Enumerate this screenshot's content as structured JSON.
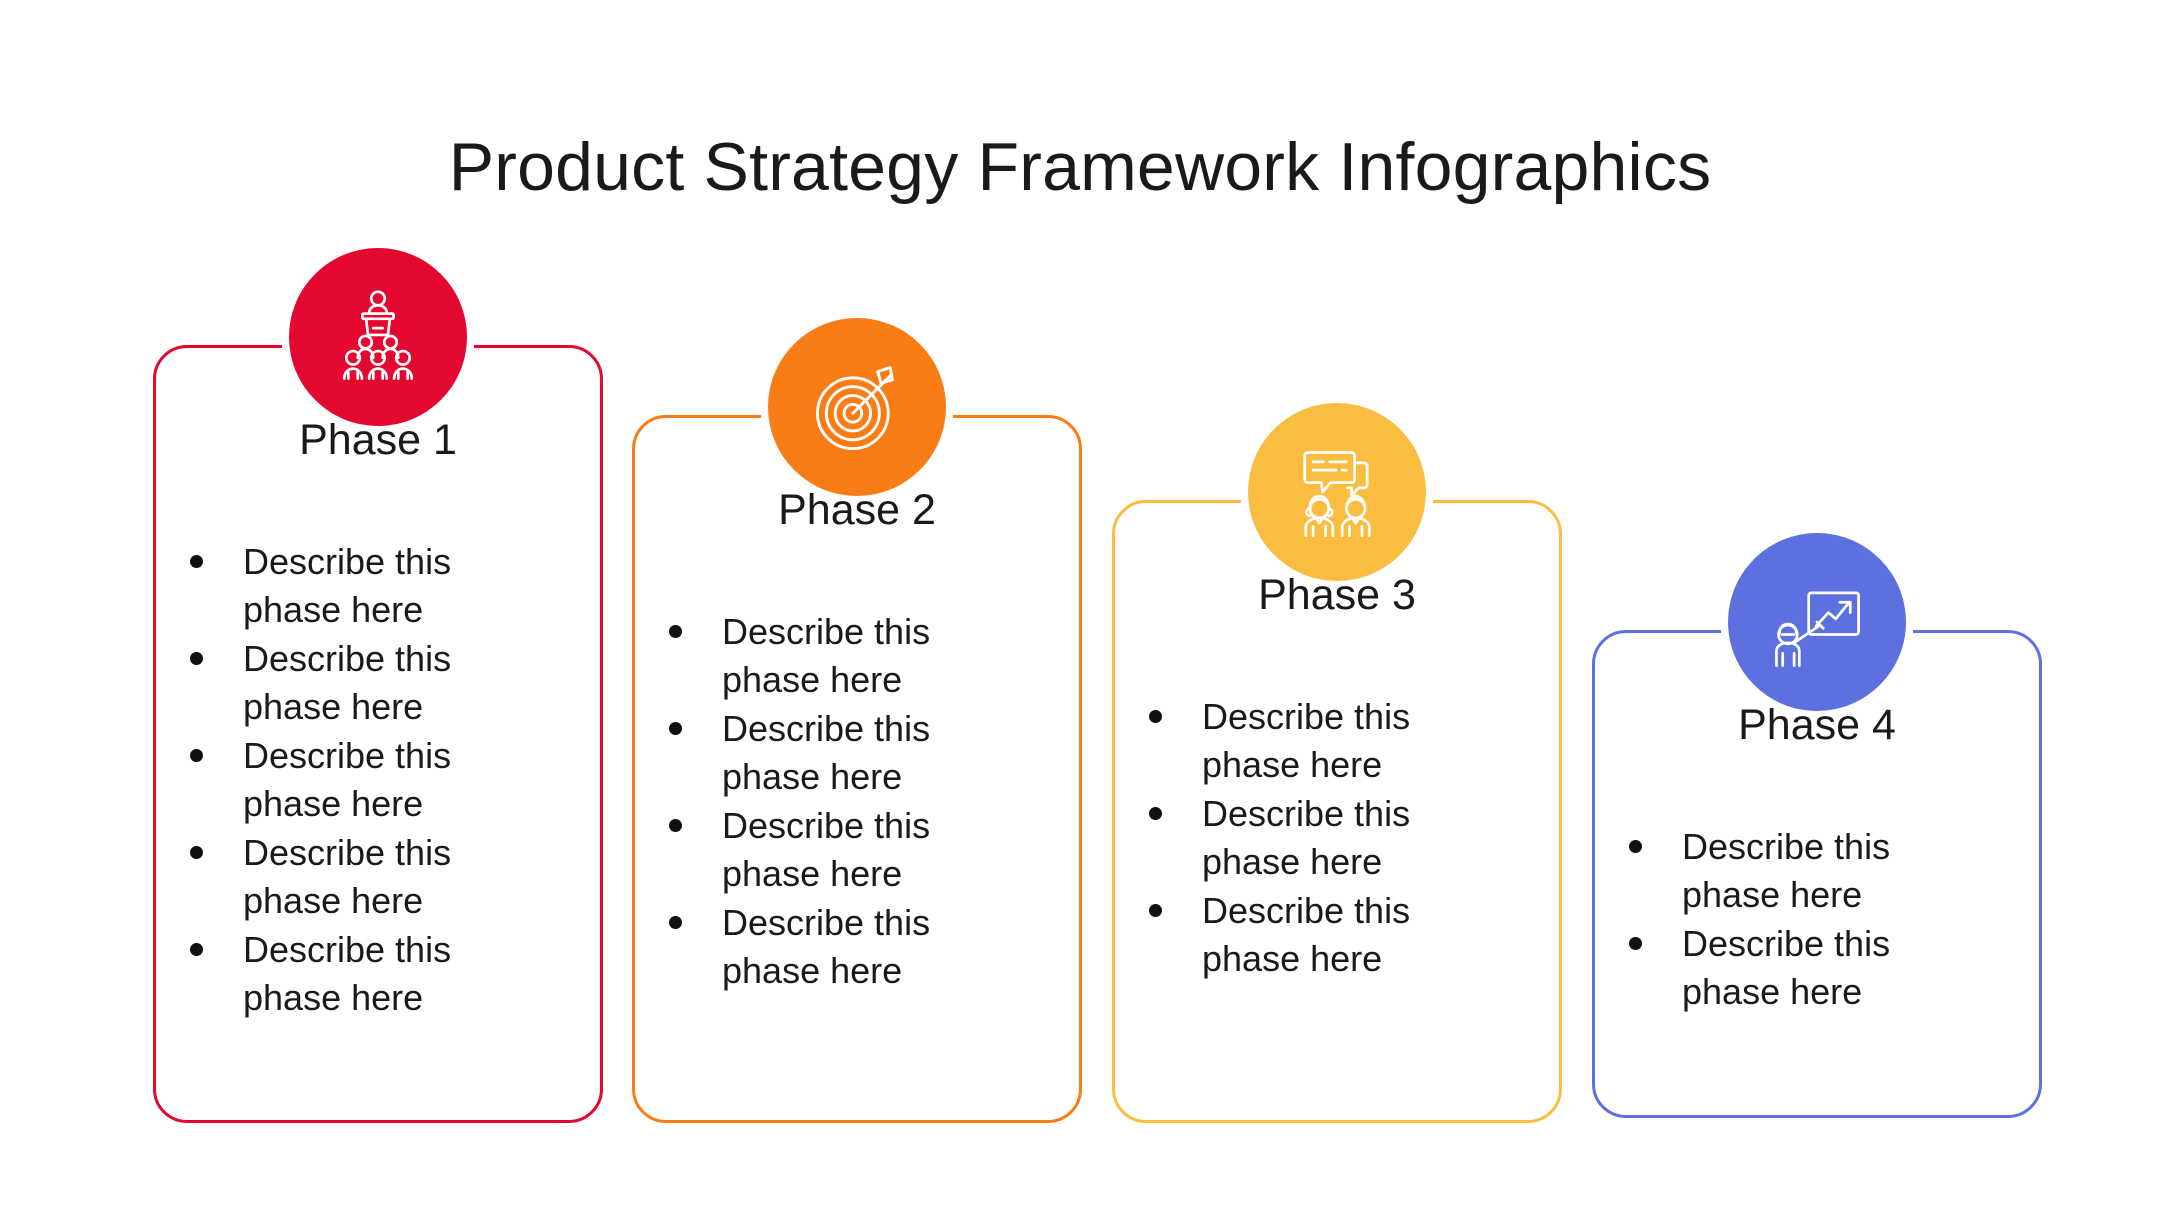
{
  "title": "Product Strategy Framework Infographics",
  "bullet_text": "Describe this phase here",
  "phases": [
    {
      "label": "Phase 1",
      "color": "#E4072F",
      "icon": "audience-presentation-icon",
      "bullets": [
        "Describe this phase here",
        "Describe this phase here",
        "Describe this phase here",
        "Describe this phase here",
        "Describe this phase here"
      ]
    },
    {
      "label": "Phase 2",
      "color": "#F97C14",
      "icon": "target-arrow-icon",
      "bullets": [
        "Describe this phase here",
        "Describe this phase here",
        "Describe this phase here",
        "Describe this phase here"
      ]
    },
    {
      "label": "Phase 3",
      "color": "#FBBD40",
      "icon": "people-chat-icon",
      "bullets": [
        "Describe this phase here",
        "Describe this phase here",
        "Describe this phase here"
      ]
    },
    {
      "label": "Phase 4",
      "color": "#5C71DF",
      "icon": "growth-chart-presenter-icon",
      "bullets": [
        "Describe this phase here",
        "Describe this phase here"
      ]
    }
  ]
}
